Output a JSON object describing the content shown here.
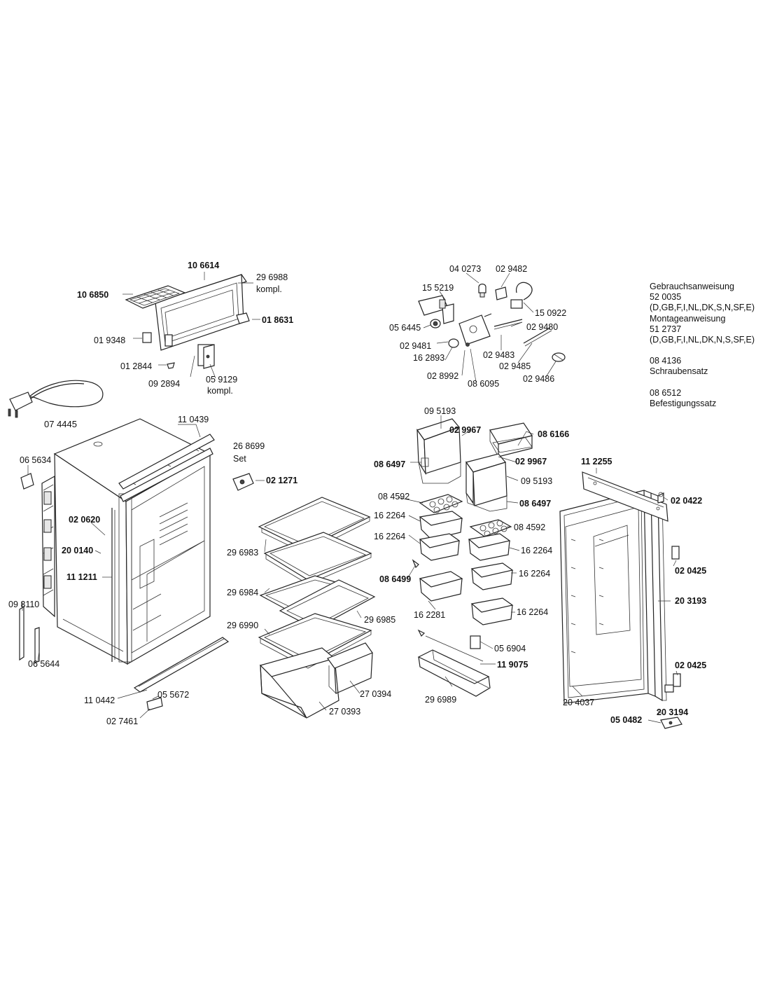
{
  "parts": {
    "p106614": "10 6614",
    "p296988": "29 6988",
    "p296988_note": "kompl.",
    "p106850": "10 6850",
    "p018631": "01 8631",
    "p019348": "01 9348",
    "p012844": "01 2844",
    "p092894": "09 2894",
    "p059129": "05 9129",
    "p059129_note": "kompl.",
    "p074445": "07 4445",
    "p040273": "04 0273",
    "p029482": "02 9482",
    "p155219": "15 5219",
    "p150922": "15 0922",
    "p056445": "05 6445",
    "p029480": "02 9480",
    "p029481": "02 9481",
    "p029483": "02 9483",
    "p162893": "16 2893",
    "p029485": "02 9485",
    "p028992": "02 8992",
    "p086095": "08 6095",
    "p029486": "02 9486",
    "p110439": "11 0439",
    "p268699": "26 8699",
    "p268699_note": "Set",
    "p021271": "02 1271",
    "p065634": "06 5634",
    "p020620": "02 0620",
    "p200140": "20 0140",
    "p111211": "11 1211",
    "p093110": "09 3110",
    "p065644": "06 5644",
    "p110442": "11 0442",
    "p055672": "05 5672",
    "p027461": "02 7461",
    "p296983": "29 6983",
    "p296984": "29 6984",
    "p296990": "29 6990",
    "p296985": "29 6985",
    "p270394": "27 0394",
    "p270393": "27 0393",
    "p095193a": "09 5193",
    "p029967a": "02 9967",
    "p086166": "08 6166",
    "p086497a": "08 6497",
    "p029967b": "02 9967",
    "p095193b": "09 5193",
    "p084592a": "08 4592",
    "p086497b": "08 6497",
    "p162264a": "16 2264",
    "p084592b": "08 4592",
    "p162264b": "16 2264",
    "p162264c": "16 2264",
    "p086499": "08 6499",
    "p162264d": "16 2264",
    "p162281": "16 2281",
    "p162264e": "16 2264",
    "p056904": "05 6904",
    "p119075": "11 9075",
    "p296989": "29 6989",
    "p112255": "11 2255",
    "p020422": "02 0422",
    "p020425a": "02 0425",
    "p203193": "20 3193",
    "p020425b": "02 0425",
    "p204037": "20 4037",
    "p203194": "20 3194",
    "p050482": "05 0482"
  },
  "notes": {
    "l1": "Gebrauchsanweisung",
    "l2": "52 0035",
    "l3": "(D,GB,F,I,NL,DK,S,N,SF,E)",
    "l4": "Montageanweisung",
    "l5": "51 2737",
    "l6": "(D,GB,F,I,NL,DK,N,S,SF,E)",
    "l7": "08 4136",
    "l8": "Schraubensatz",
    "l9": "08 6512",
    "l10": "Befestigungssatz"
  }
}
